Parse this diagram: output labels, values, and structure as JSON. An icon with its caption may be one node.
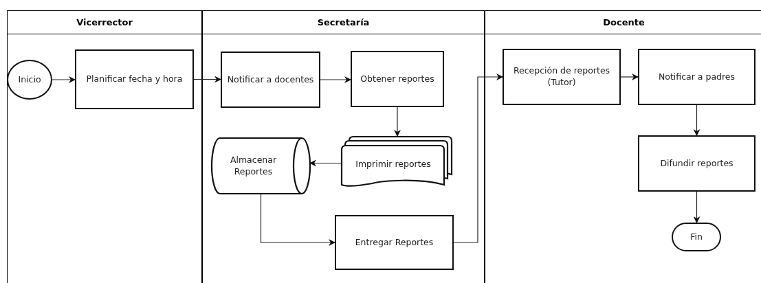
{
  "diagram": {
    "nodes": [
      {
        "text": [
          "Vicerrector"
        ]
      },
      {
        "text": [
          "Secretaría"
        ]
      },
      {
        "text": [
          "Docente"
        ]
      },
      {
        "text": [
          "Inicio"
        ],
        "in": 0
      },
      {
        "text": [
          "Planificar fecha y hora"
        ],
        "in": 0
      },
      {
        "text": [
          "Notificar a docentes"
        ],
        "in": 1
      },
      {
        "text": [
          "Obtener reportes"
        ],
        "in": 1
      },
      {
        "text": [
          "Almacenar Reportes"
        ],
        "in": 1
      },
      {
        "text": [
          "Imprimir reportes"
        ],
        "in": 1
      },
      {
        "text": [
          "Entregar Reportes"
        ],
        "in": 1
      },
      {
        "text": [
          "Recepción de reportes (Tutor)"
        ],
        "in": 2
      },
      {
        "text": [
          "Notificar a padres"
        ],
        "in": 2
      },
      {
        "text": [
          "Difundir reportes"
        ],
        "in": 2
      },
      {
        "text": [
          "Fin"
        ],
        "in": 2
      }
    ],
    "edges": [
      {
        "from": 3,
        "to": 4,
        "arrow": "to"
      },
      {
        "from": 4,
        "to": 5,
        "arrow": "to"
      },
      {
        "from": 5,
        "to": 6,
        "arrow": "to"
      },
      {
        "from": 6,
        "to": 8,
        "arrow": "to"
      },
      {
        "from": 8,
        "to": 7,
        "arrow": "to"
      },
      {
        "from": 7,
        "to": 9,
        "arrow": "to"
      },
      {
        "from": 9,
        "to": 10,
        "arrow": "to"
      },
      {
        "from": 10,
        "to": 11,
        "arrow": "to"
      },
      {
        "from": 11,
        "to": 12,
        "arrow": "to"
      },
      {
        "from": 12,
        "to": 13,
        "arrow": "to"
      }
    ]
  }
}
